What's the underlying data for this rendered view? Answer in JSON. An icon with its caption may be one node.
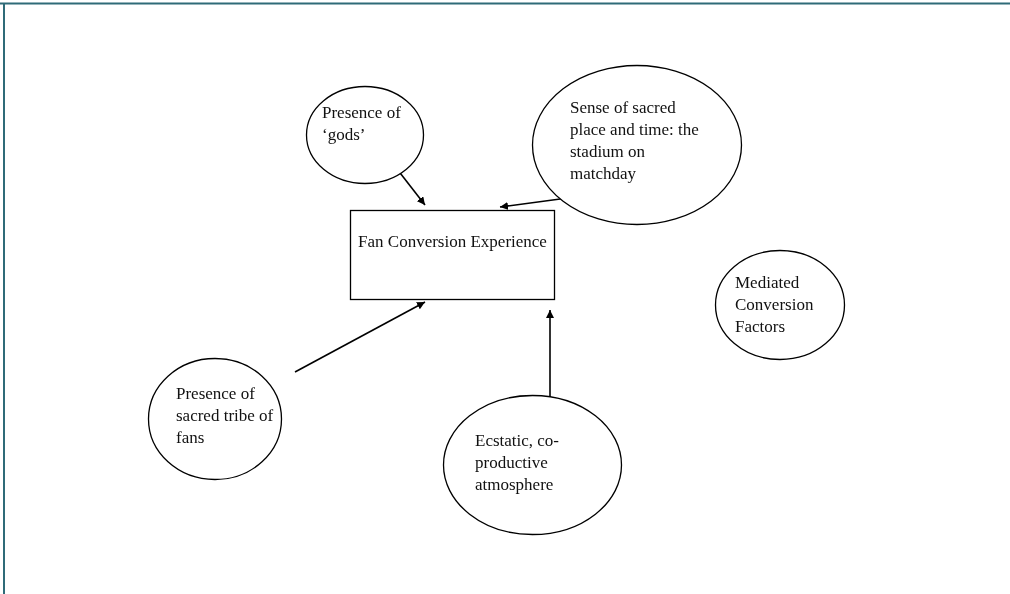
{
  "diagram": {
    "nodes": [
      {
        "text": [
          "Presence of ‘gods’"
        ]
      },
      {
        "text": [
          "Sense of sacred place and time: the stadium on matchday"
        ]
      },
      {
        "text": [
          "Fan Conversion Experience"
        ]
      },
      {
        "text": [
          "Mediated Conversion Factors"
        ]
      },
      {
        "text": [
          "Presence of sacred tribe of fans"
        ]
      },
      {
        "text": [
          "Ecstatic, co-productive atmosphere"
        ]
      }
    ],
    "edges": [
      {
        "from": 0,
        "to": 2,
        "arrow": "to"
      },
      {
        "from": 1,
        "to": 2,
        "arrow": "to"
      },
      {
        "from": 4,
        "to": 2,
        "arrow": "to"
      },
      {
        "from": 5,
        "to": 2,
        "arrow": "to"
      }
    ]
  }
}
